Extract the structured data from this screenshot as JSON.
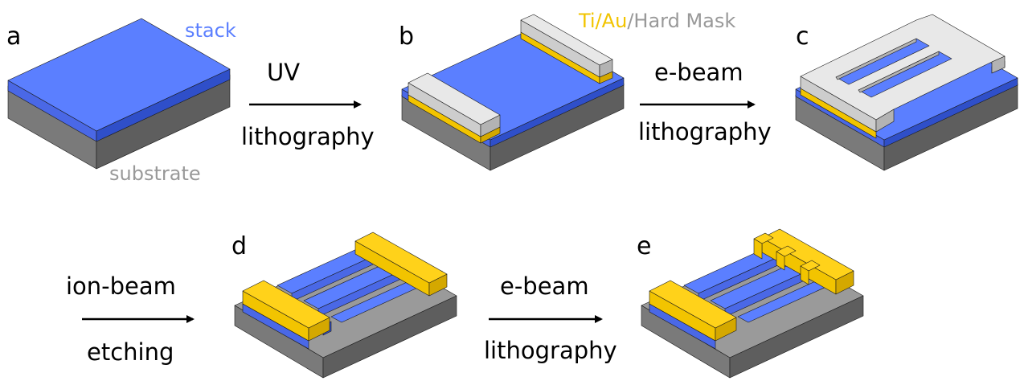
{
  "colors": {
    "stack": "#5b7fff",
    "stack_side_front": "#4a68e6",
    "stack_side_right": "#2f4fc9",
    "substrate_top": "#9a9a9a",
    "substrate_front": "#7a7a7a",
    "substrate_right": "#5e5e5e",
    "tiau": "#f2c400",
    "tiau_top": "#ffd21a",
    "tiau_side": "#d4a800",
    "hardmask_top": "#e8e8e8",
    "hardmask_front": "#cdcdcd",
    "hardmask_right": "#b3b3b3",
    "label_stack": "#5b7fff",
    "label_substrate": "#999999",
    "label_tiau": "#f2c400",
    "label_hardmask": "#999999"
  },
  "panels": {
    "a": {
      "letter": "a"
    },
    "b": {
      "letter": "b"
    },
    "c": {
      "letter": "c"
    },
    "d": {
      "letter": "d"
    },
    "e": {
      "letter": "e"
    }
  },
  "labels": {
    "stack": "stack",
    "substrate": "substrate",
    "tiau": "Ti/Au",
    "slash": "/",
    "hardmask": "Hard Mask"
  },
  "steps": [
    {
      "top": "UV",
      "bottom": "lithography"
    },
    {
      "top": "e-beam",
      "bottom": "lithography"
    },
    {
      "top": "ion-beam",
      "bottom": "etching"
    },
    {
      "top": "e-beam",
      "bottom": "lithography"
    }
  ]
}
